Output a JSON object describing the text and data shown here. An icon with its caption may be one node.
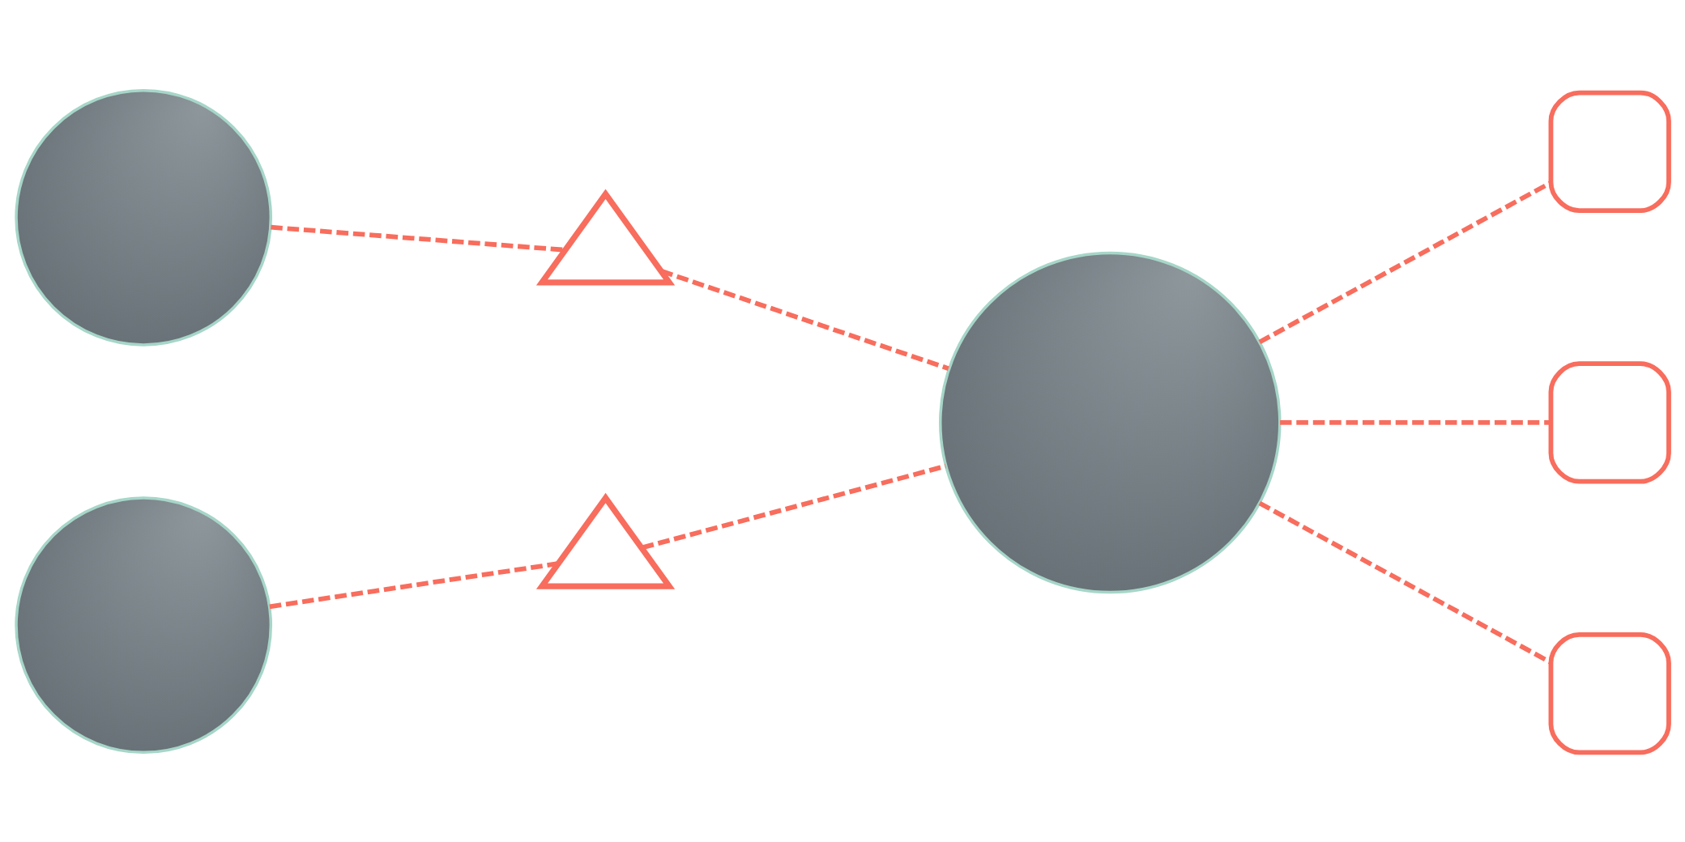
{
  "diagram": {
    "nodes": [
      {
        "text": [],
        "shape": "circle"
      },
      {
        "text": [],
        "shape": "circle"
      },
      {
        "text": [],
        "shape": "triangle"
      },
      {
        "text": [],
        "shape": "triangle"
      },
      {
        "text": [],
        "shape": "circle"
      },
      {
        "text": [],
        "shape": "box"
      },
      {
        "text": [],
        "shape": "box"
      },
      {
        "text": [],
        "shape": "box"
      }
    ],
    "edges": [
      {
        "from": 0,
        "to": 2,
        "arrow": "none",
        "style": "dashed"
      },
      {
        "from": 2,
        "to": 4,
        "arrow": "none",
        "style": "dashed"
      },
      {
        "from": 1,
        "to": 3,
        "arrow": "none",
        "style": "dashed"
      },
      {
        "from": 3,
        "to": 4,
        "arrow": "none",
        "style": "dashed"
      },
      {
        "from": 4,
        "to": 5,
        "arrow": "none",
        "style": "dashed"
      },
      {
        "from": 4,
        "to": 6,
        "arrow": "none",
        "style": "dashed"
      },
      {
        "from": 4,
        "to": 7,
        "arrow": "none",
        "style": "dashed"
      }
    ]
  }
}
